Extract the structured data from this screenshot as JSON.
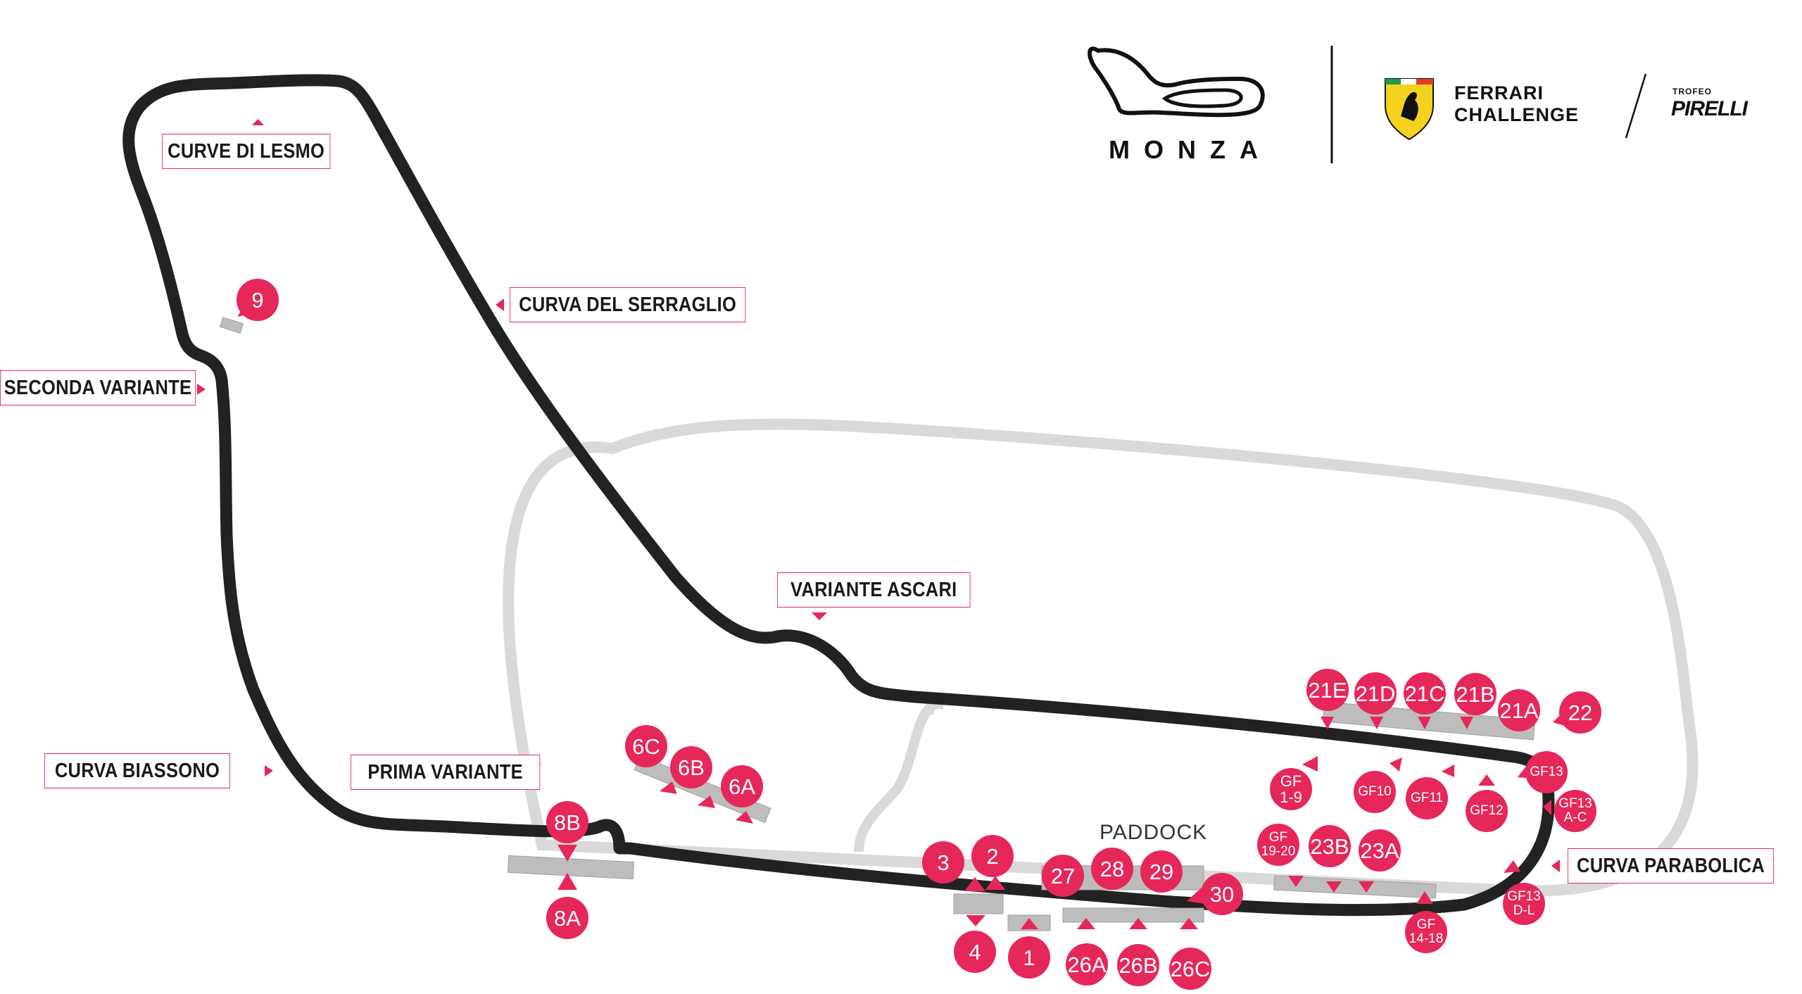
{
  "logos": {
    "monza": "MONZA",
    "ferrari_line1": "FERRARI",
    "ferrari_line2": "CHALLENGE",
    "trofeo": "TROFEO",
    "pirelli": "PIRELLI"
  },
  "corners": {
    "lesmo": "CURVE DI LESMO",
    "serraglio": "CURVA DEL SERRAGLIO",
    "seconda_variante": "SECONDA VARIANTE",
    "biassono": "CURVA BIASSONO",
    "prima_variante": "PRIMA VARIANTE",
    "ascari": "VARIANTE ASCARI",
    "parabolica": "CURVA PARABOLICA"
  },
  "paddock": "PADDOCK",
  "grandstands": {
    "g9": "9",
    "g8B": "8B",
    "g8A": "8A",
    "g6C": "6C",
    "g6B": "6B",
    "g6A": "6A",
    "g3": "3",
    "g2": "2",
    "g4": "4",
    "g1": "1",
    "g27": "27",
    "g28": "28",
    "g29": "29",
    "g30": "30",
    "g26A": "26A",
    "g26B": "26B",
    "g26C": "26C",
    "g21E": "21E",
    "g21D": "21D",
    "g21C": "21C",
    "g21B": "21B",
    "g21A": "21A",
    "g22": "22",
    "gf1_9": "GF\n1-9",
    "gf10": "GF10",
    "gf11": "GF11",
    "gf12": "GF12",
    "gf13": "GF13",
    "gf13ac": "GF13\nA-C",
    "gf19_20": "GF\n19-20",
    "g23B": "23B",
    "g23A": "23A",
    "gf14_18": "GF\n14-18",
    "gf13dl": "GF13\nD-L"
  },
  "colors": {
    "accent": "#e6275a",
    "track": "#222222",
    "oval": "#d9d9d9",
    "stand": "#bdbdbd"
  }
}
